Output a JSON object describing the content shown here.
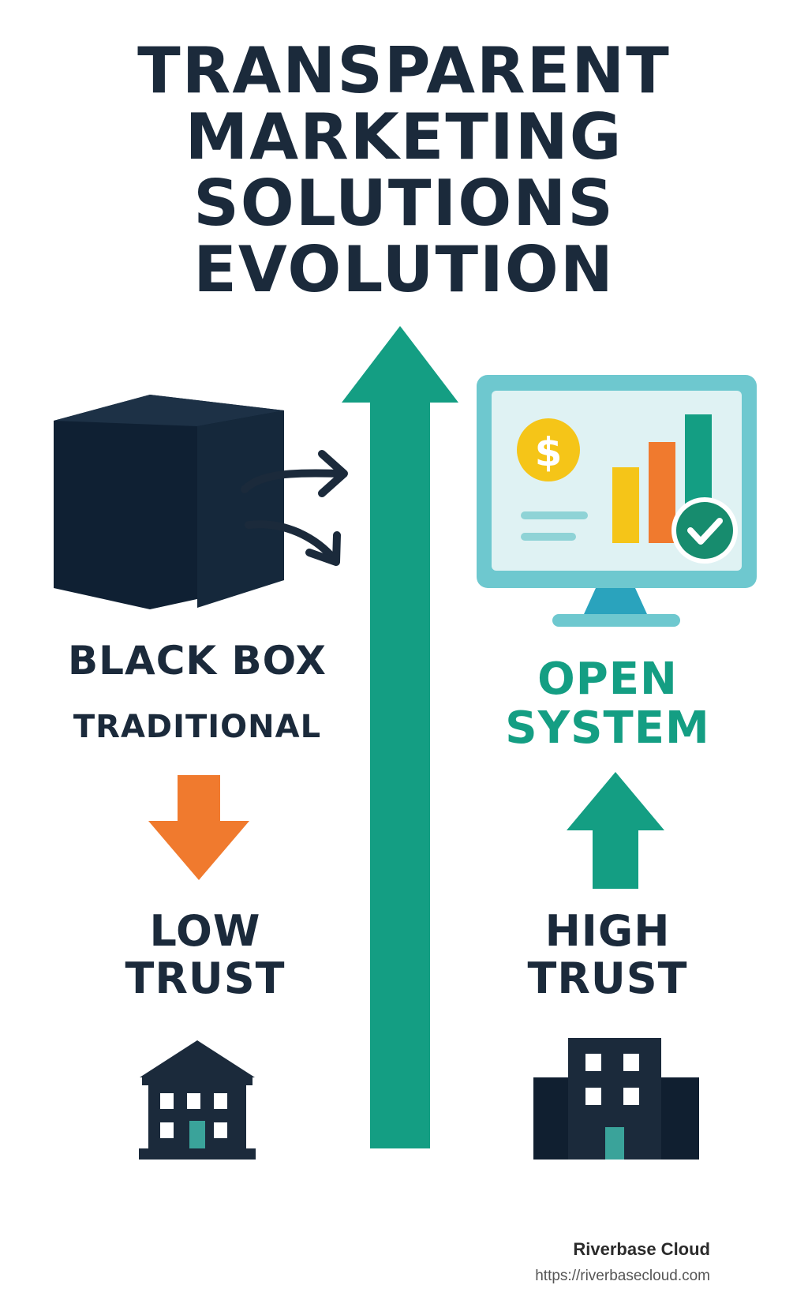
{
  "title": {
    "lines": [
      "TRANSPARENT",
      "MARKETING",
      "SOLUTIONS",
      "EVOLUTION"
    ]
  },
  "left": {
    "heading": "BLACK BOX",
    "subheading": "TRADITIONAL",
    "trust": [
      "LOW",
      "TRUST"
    ]
  },
  "right": {
    "heading": [
      "OPEN",
      "SYSTEM"
    ],
    "trust": [
      "HIGH",
      "TRUST"
    ]
  },
  "icons": {
    "black_box": "black-box-cube-icon",
    "monitor": "monitor-dashboard-icon",
    "dollar": "dollar-coin-icon",
    "check": "check-badge-icon",
    "down_arrow": "down-arrow-icon",
    "up_arrow": "up-arrow-icon",
    "center_arrow": "up-arrow-icon",
    "bank": "bank-building-icon",
    "office": "office-building-icon"
  },
  "colors": {
    "navy": "#1b2a3b",
    "teal": "#149e83",
    "orange": "#f07a2e",
    "yellow": "#f5c518",
    "light_teal": "#6ec8cf",
    "screen_bg": "#dff2f3"
  },
  "footer": {
    "brand": "Riverbase Cloud",
    "url": "https://riverbasecloud.com"
  }
}
